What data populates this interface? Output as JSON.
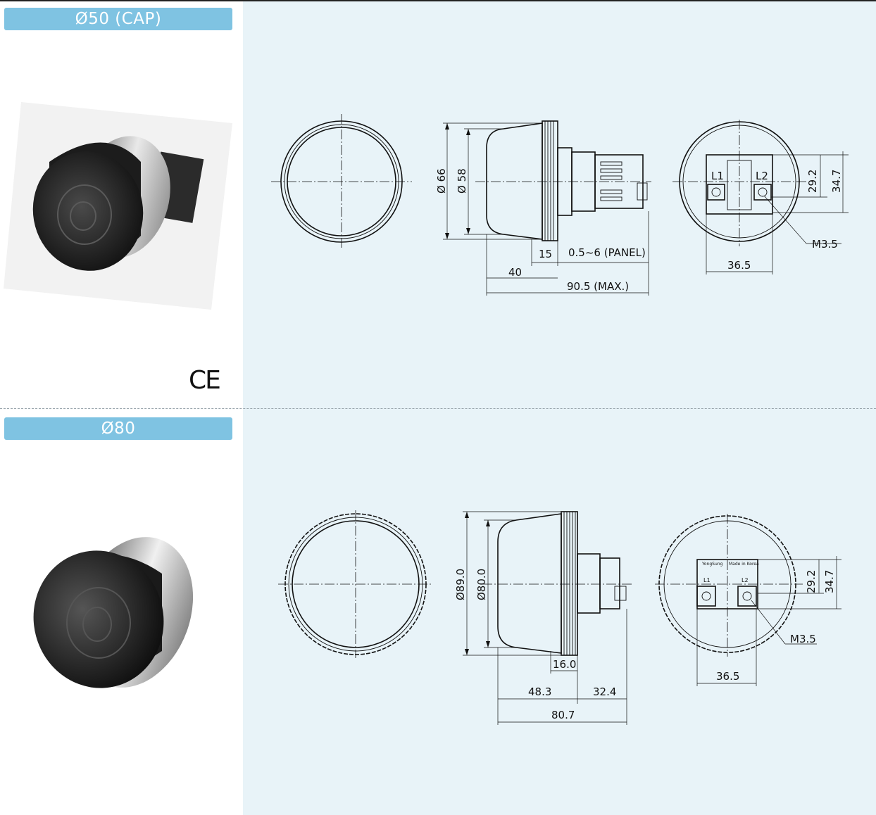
{
  "sections": [
    {
      "title": "Ø50 (CAP)",
      "front_dims": {
        "outer": "Ø 66",
        "inner": "Ø 58"
      },
      "depth_dims": {
        "bezel": "15",
        "panel": "0.5~6 (PANEL)",
        "body": "40",
        "total": "90.5 (MAX.)"
      },
      "rear_dims": {
        "h1": "29.2",
        "h2": "34.7",
        "w": "36.5",
        "screw": "M3.5",
        "l1": "L1",
        "l2": "L2"
      }
    },
    {
      "title": "Ø80",
      "front_dims": {
        "outer": "Ø89.0",
        "inner": "Ø80.0"
      },
      "depth_dims": {
        "bezel": "16.0",
        "body": "48.3",
        "rear": "32.4",
        "total": "80.7"
      },
      "rear_dims": {
        "h1": "29.2",
        "h2": "34.7",
        "w": "36.5",
        "screw": "M3.5",
        "l1": "L1",
        "l2": "L2",
        "brand": "YongSung",
        "origin": "Made in Korea"
      }
    }
  ],
  "mark": "CE"
}
